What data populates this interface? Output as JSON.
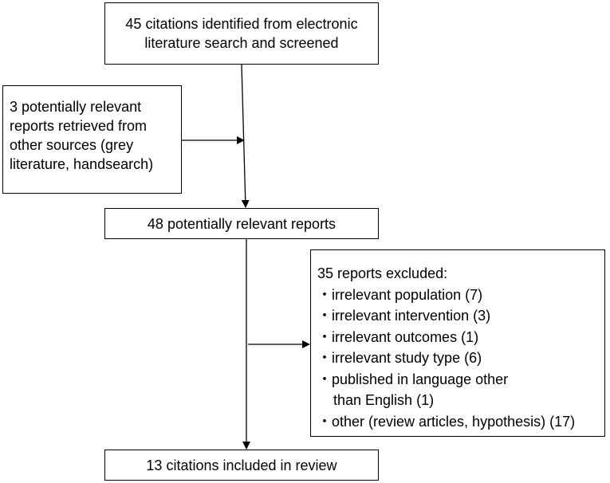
{
  "flow": {
    "search_box": {
      "lines": [
        "45 citations identified from electronic",
        "literature search and screened"
      ]
    },
    "other_sources_box": {
      "lines": [
        "3 potentially relevant",
        "reports retrieved from",
        "other sources (grey",
        "literature, handsearch)"
      ]
    },
    "relevant_box": {
      "text": "48 potentially relevant reports"
    },
    "excluded_box": {
      "title": "35 reports excluded:",
      "bullet": "・",
      "items": [
        "irrelevant population (7)",
        "irrelevant intervention (3)",
        "irrelevant outcomes (1)",
        "irrelevant study type (6)",
        "published in language other",
        "than English (1)",
        "other (review articles, hypothesis) (17)"
      ]
    },
    "included_box": {
      "text": "13 citations included in review"
    }
  }
}
